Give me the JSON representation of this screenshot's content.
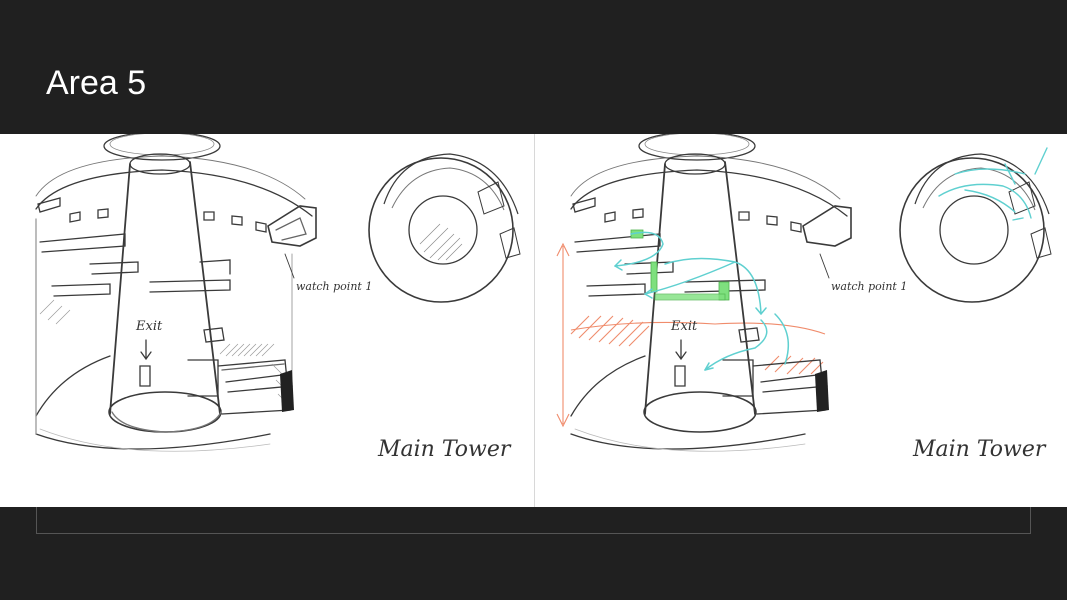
{
  "slide": {
    "title": "Area 5"
  },
  "panels": [
    {
      "labels": {
        "exit": "Exit",
        "watch_point": "watch point 1",
        "caption": "Main Tower"
      }
    },
    {
      "labels": {
        "exit": "Exit",
        "watch_point": "watch point 1",
        "caption": "Main Tower"
      }
    }
  ],
  "colors": {
    "background": "#202020",
    "title": "#ffffff",
    "paper": "#ffffff",
    "pencil": "#3a3a3a",
    "route": "#5fd0d0",
    "platform": "#7ee07e",
    "hazard": "#f08c6c"
  }
}
